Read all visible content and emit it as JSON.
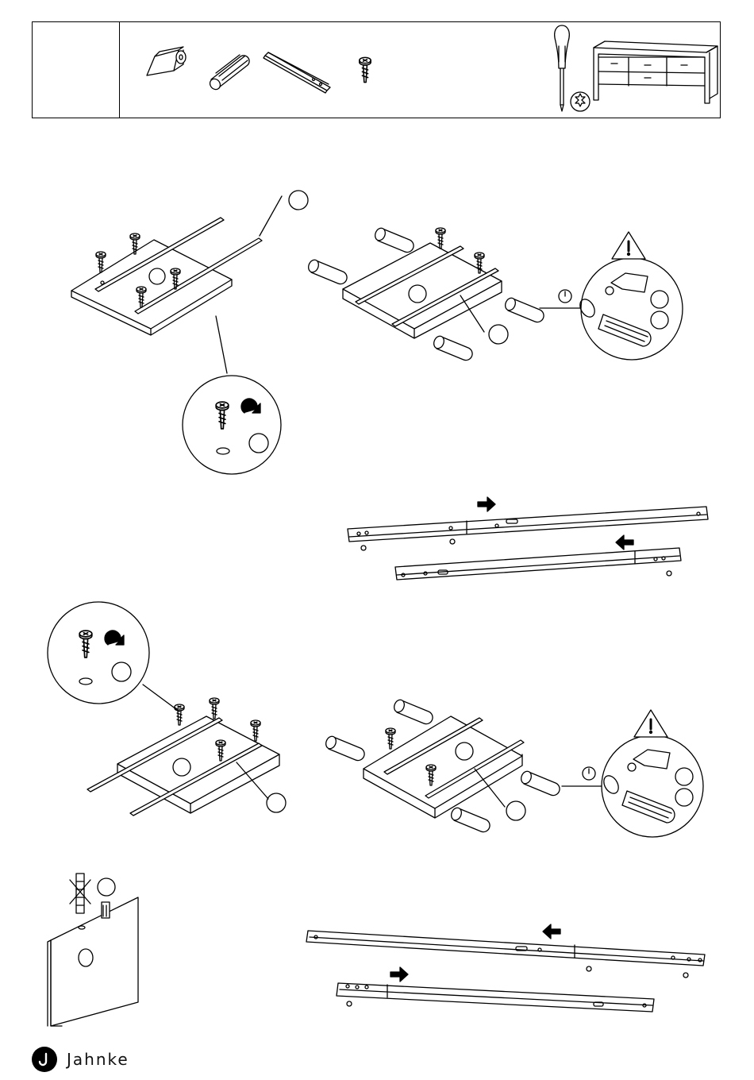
{
  "brand": {
    "name": "Jahnke"
  },
  "parts": [
    {
      "icon": "cam-lock-icon"
    },
    {
      "icon": "wooden-dowel-icon"
    },
    {
      "icon": "drawer-runner-icon"
    },
    {
      "icon": "screw-icon"
    }
  ],
  "tools": [
    {
      "icon": "screwdriver-icon"
    },
    {
      "icon": "phillips-head-icon"
    },
    {
      "icon": "tv-sideboard-icon"
    }
  ],
  "steps": [
    {
      "name": "runner-screw-side-a"
    },
    {
      "name": "dowel-check-a"
    },
    {
      "name": "runner-extension-a"
    },
    {
      "name": "runner-screw-side-b"
    },
    {
      "name": "dowel-check-b"
    },
    {
      "name": "dowel-insert"
    },
    {
      "name": "runner-extension-b"
    }
  ],
  "colors": {
    "line": "#000000",
    "paper": "#ffffff"
  }
}
